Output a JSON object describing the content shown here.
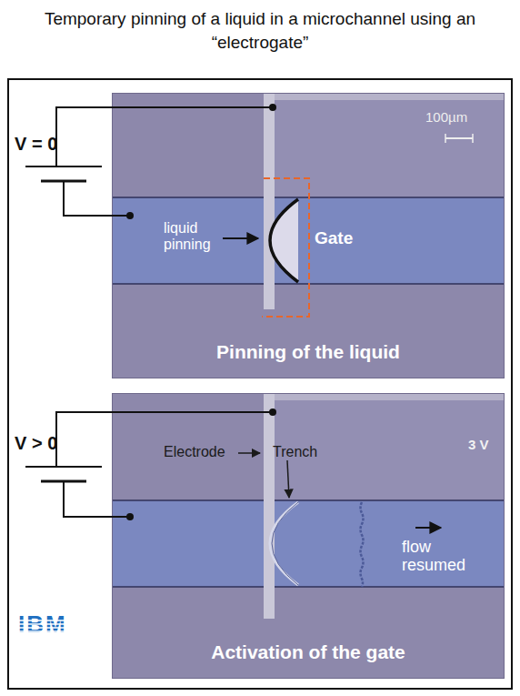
{
  "diagram": {
    "title": "Temporary pinning of a liquid in a microchannel using an “electrogate”",
    "nodes": [
      {
        "text": [
          "Pinning of the liquid"
        ]
      },
      {
        "text": [
          "Activation of the gate"
        ]
      }
    ],
    "labels": [
      "V = 0",
      "100µm",
      "liquid pinning",
      "Gate",
      "V > 0",
      "Electrode",
      "Trench",
      "3 V",
      "flow resumed",
      "IBM"
    ]
  }
}
